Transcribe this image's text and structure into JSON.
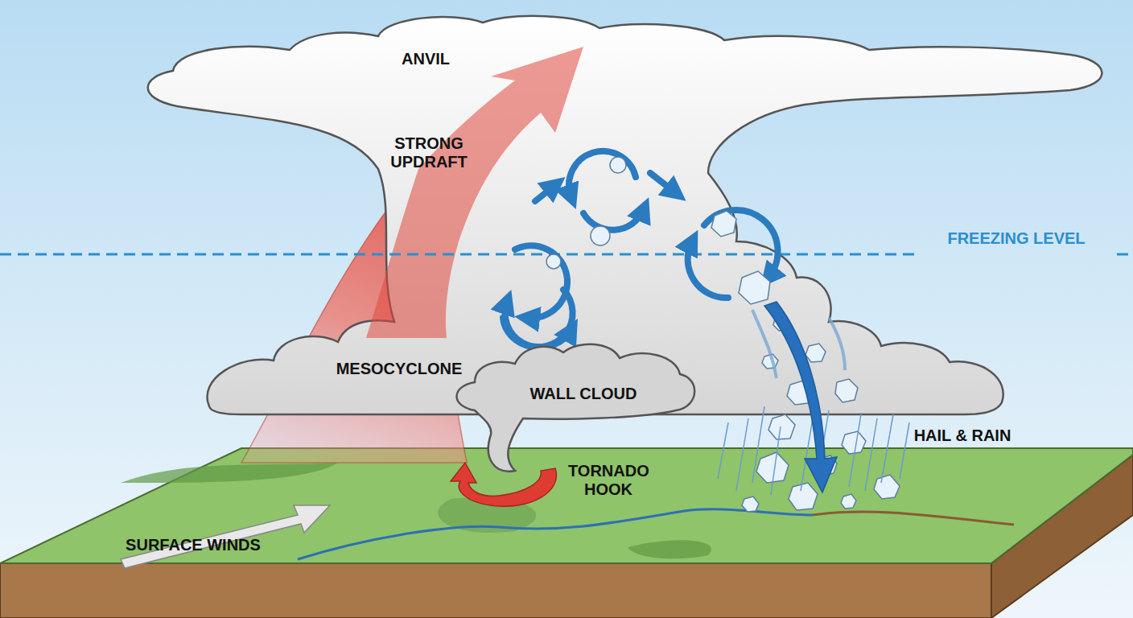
{
  "diagram": {
    "labels": [
      "ANVIL",
      "STRONG UPDRAFT",
      "FREEZING LEVEL",
      "MESOCYCLONE",
      "WALL CLOUD",
      "TORNADO HOOK",
      "HAIL & RAIN",
      "SURFACE WINDS"
    ]
  }
}
